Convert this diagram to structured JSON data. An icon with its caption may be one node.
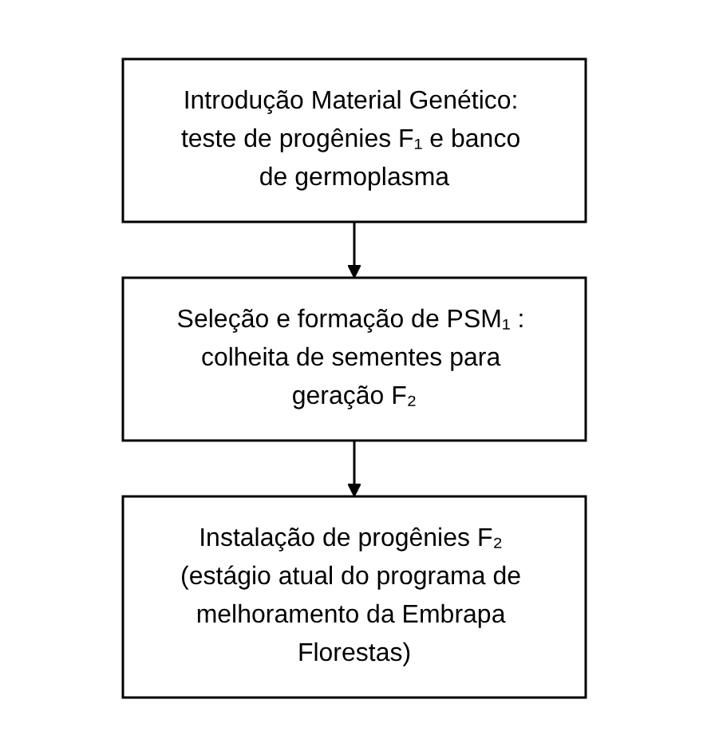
{
  "diagram": {
    "nodes": [
      {
        "text": [
          "Introdução Material Genético: teste de progênies F₁ e banco de germoplasma"
        ]
      },
      {
        "text": [
          "Seleção e formação de PSM₁ : colheita de sementes para geração F₂"
        ]
      },
      {
        "text": [
          "Instalação de progênies F₂ (estágio atual do programa de melhoramento da Embrapa Florestas)"
        ]
      }
    ],
    "edges": [
      {
        "from": 0,
        "to": 1,
        "arrow": "to"
      },
      {
        "from": 1,
        "to": 2,
        "arrow": "to"
      }
    ]
  }
}
